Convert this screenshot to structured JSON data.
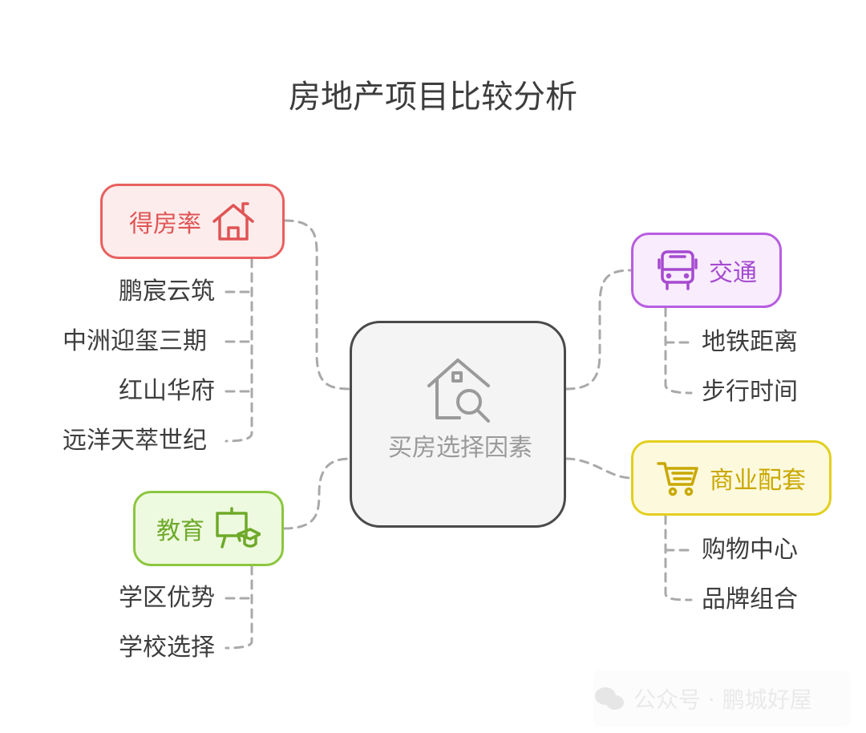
{
  "title": "房地产项目比较分析",
  "center": {
    "label": "买房选择因素",
    "icon": "house-search-icon"
  },
  "branches": {
    "ratio": {
      "label": "得房率",
      "icon": "house-icon",
      "color": "#e8605f",
      "items": [
        "鹏宸云筑",
        "中洲迎玺三期",
        "红山华府",
        "远洋天萃世纪"
      ]
    },
    "transport": {
      "label": "交通",
      "icon": "bus-icon",
      "color": "#b85de0",
      "items": [
        "地铁距离",
        "步行时间"
      ]
    },
    "commerce": {
      "label": "商业配套",
      "icon": "shopping-cart-icon",
      "color": "#e2cf1d",
      "items": [
        "购物中心",
        "品牌组合"
      ]
    },
    "education": {
      "label": "教育",
      "icon": "graduation-board-icon",
      "color": "#8cc63f",
      "items": [
        "学区优势",
        "学校选择"
      ]
    }
  },
  "watermark": {
    "text": "公众号 · 鹏城好屋",
    "icon": "wechat-icon"
  }
}
